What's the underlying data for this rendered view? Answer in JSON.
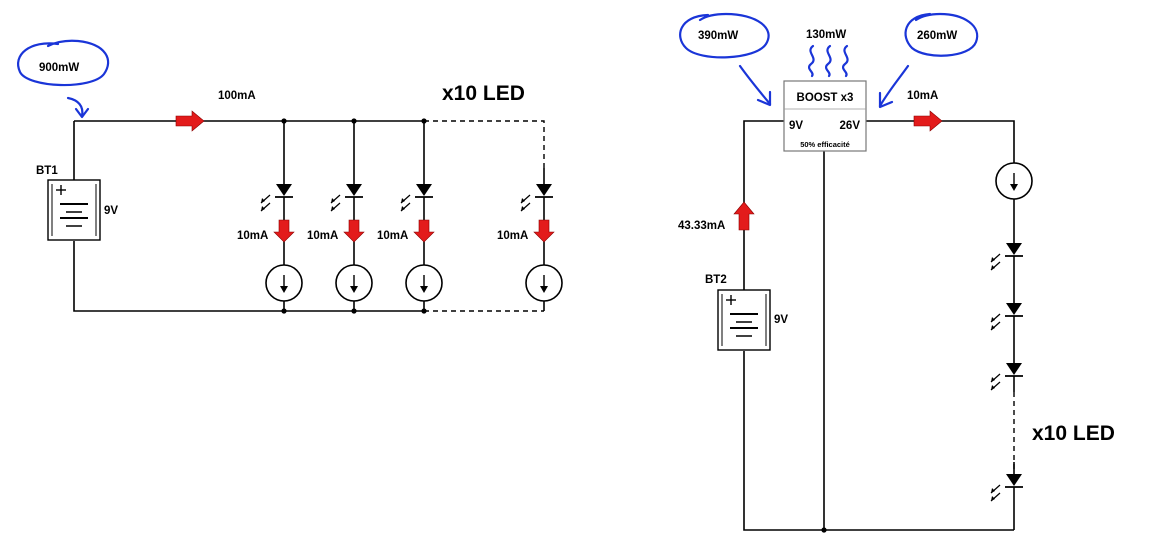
{
  "left": {
    "battery_name": "BT1",
    "battery_voltage": "9V",
    "total_current": "100mA",
    "led_count_label": "x10 LED",
    "branch_current": "10mA",
    "annotation_power": "900mW"
  },
  "right": {
    "battery_name": "BT2",
    "battery_voltage": "9V",
    "input_current": "43.33mA",
    "boost_title": "BOOST x3",
    "boost_in": "9V",
    "boost_out": "26V",
    "boost_efficiency": "50% efficacité",
    "output_current": "10mA",
    "led_count_label": "x10 LED",
    "annotation_input_power": "390mW",
    "annotation_loss_power": "130mW",
    "annotation_output_power": "260mW"
  },
  "colors": {
    "wire": "#000000",
    "current_arrow": "#e31b1b",
    "annotation_ink": "#1a35d8"
  }
}
